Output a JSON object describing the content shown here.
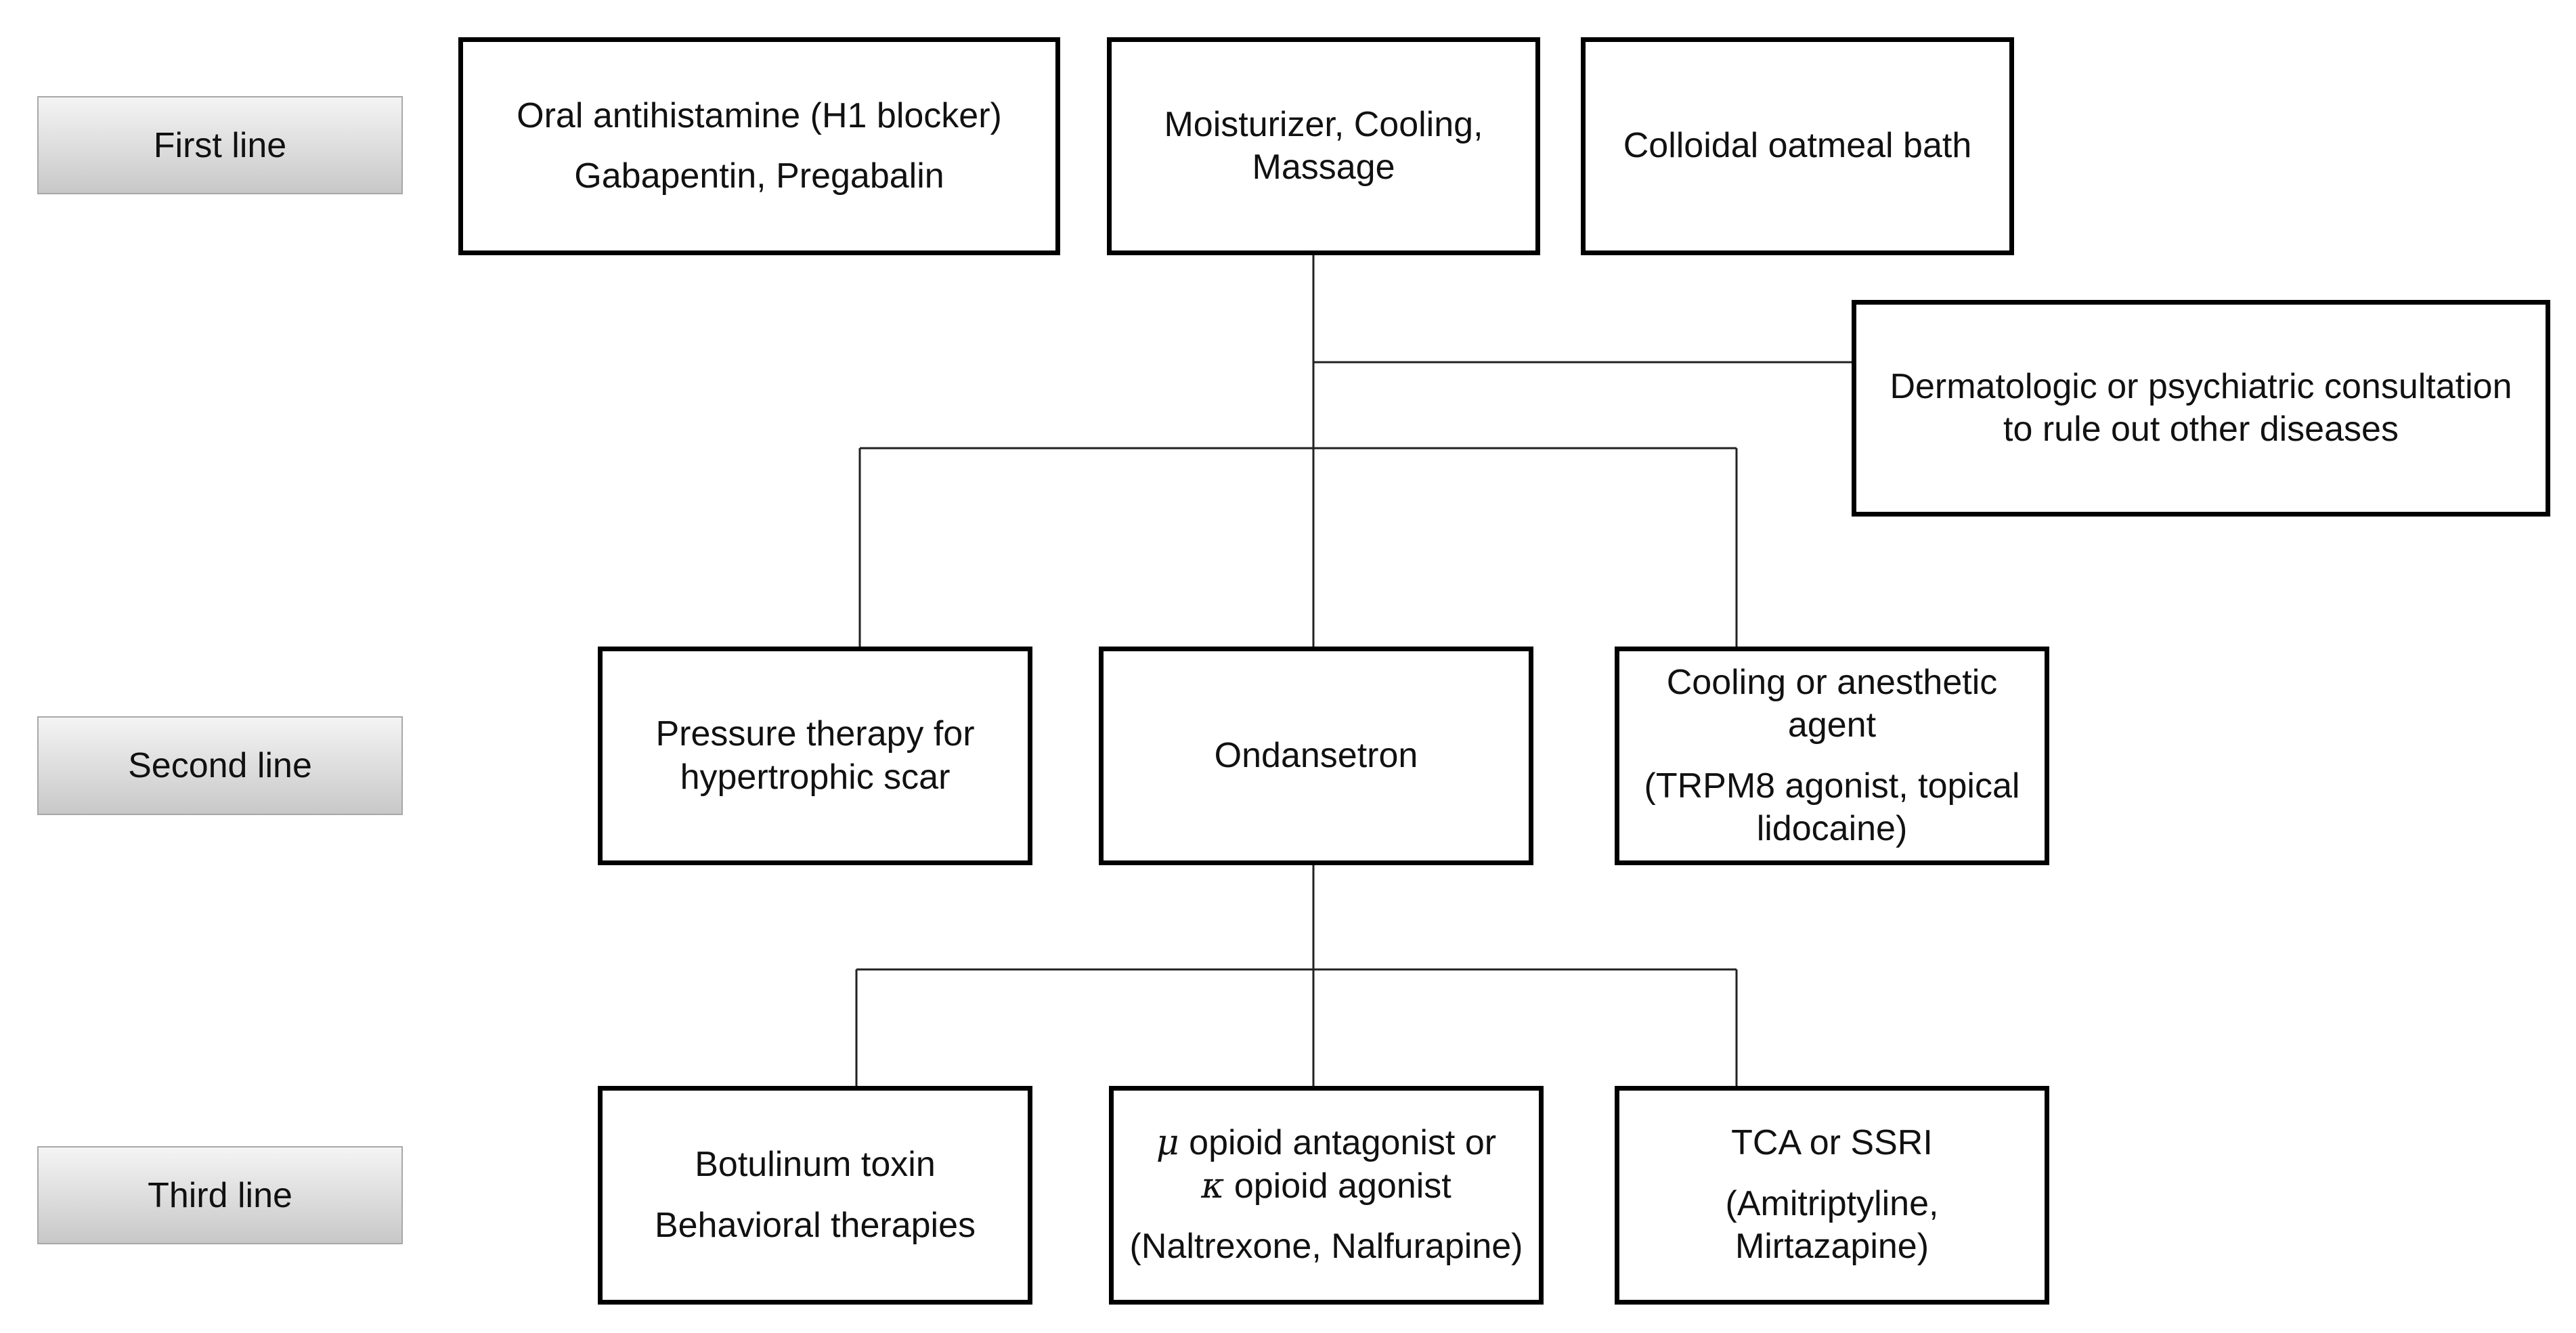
{
  "row_labels": {
    "first": "First line",
    "second": "Second line",
    "third": "Third line"
  },
  "first_line": {
    "antihistamine": [
      "Oral antihistamine (H1 blocker)",
      "Gabapentin, Pregabalin"
    ],
    "moisturizer": [
      "Moisturizer, Cooling,",
      "Massage"
    ],
    "oatmeal": [
      "Colloidal oatmeal bath"
    ]
  },
  "consultation": [
    "Dermatologic or psychiatric consultation",
    "to rule out other diseases"
  ],
  "second_line": {
    "pressure": [
      "Pressure therapy for",
      "hypertrophic scar"
    ],
    "ondansetron": [
      "Ondansetron"
    ],
    "cooling_agent": [
      "Cooling or anesthetic",
      "agent",
      "(TRPM8 agonist, topical",
      "lidocaine)"
    ]
  },
  "third_line": {
    "botulinum": [
      "Botulinum toxin",
      "Behavioral therapies"
    ],
    "opioid": {
      "mu_symbol": "μ",
      "mu_text": " opioid antagonist or",
      "kappa_symbol": "κ",
      "kappa_text": " opioid agonist",
      "examples": "(Naltrexone, Nalfurapine)"
    },
    "tca": [
      "TCA or SSRI",
      "(Amitriptyline,",
      "Mirtazapine)"
    ]
  }
}
